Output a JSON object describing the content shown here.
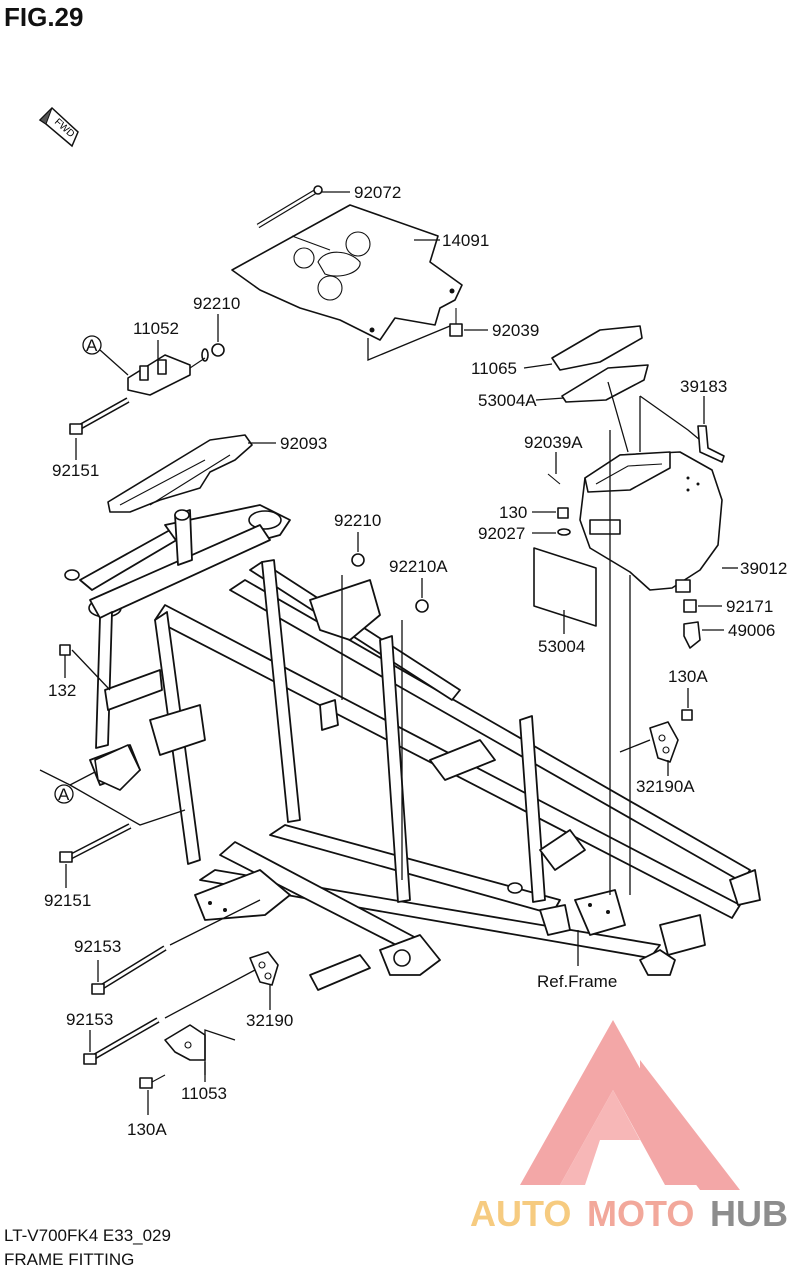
{
  "figure_title": "FIG.29",
  "direction_marker": "FWD",
  "ref_marks": [
    "A",
    "A"
  ],
  "parts": {
    "p92072": "92072",
    "p14091": "14091",
    "p92210_top": "92210",
    "p11052": "11052",
    "p92039": "92039",
    "p11065": "11065",
    "p53004A": "53004A",
    "p39183": "39183",
    "p92151_top": "92151",
    "p92093": "92093",
    "p92039A": "92039A",
    "p130": "130",
    "p92027": "92027",
    "p92210_mid": "92210",
    "p92210A": "92210A",
    "p39012": "39012",
    "p92171": "92171",
    "p49006": "49006",
    "p53004": "53004",
    "p132": "132",
    "p130A_right": "130A",
    "p32190A": "32190A",
    "p92151_bottom": "92151",
    "p92153_a": "92153",
    "p92153_b": "92153",
    "p32190": "32190",
    "p11053": "11053",
    "p130A_bottom": "130A",
    "ref_frame": "Ref.Frame"
  },
  "footer": {
    "model_code": "LT-V700FK4 E33_029",
    "section_name": "FRAME FITTING"
  },
  "watermark": {
    "text_auto": "AUTO",
    "text_moto": "MOTO",
    "text_hub": "HUB",
    "color_logo": "#f08a8a",
    "color_auto": "#f5c26b",
    "color_moto": "#f09a8a",
    "color_hub": "#7a7a7a"
  }
}
